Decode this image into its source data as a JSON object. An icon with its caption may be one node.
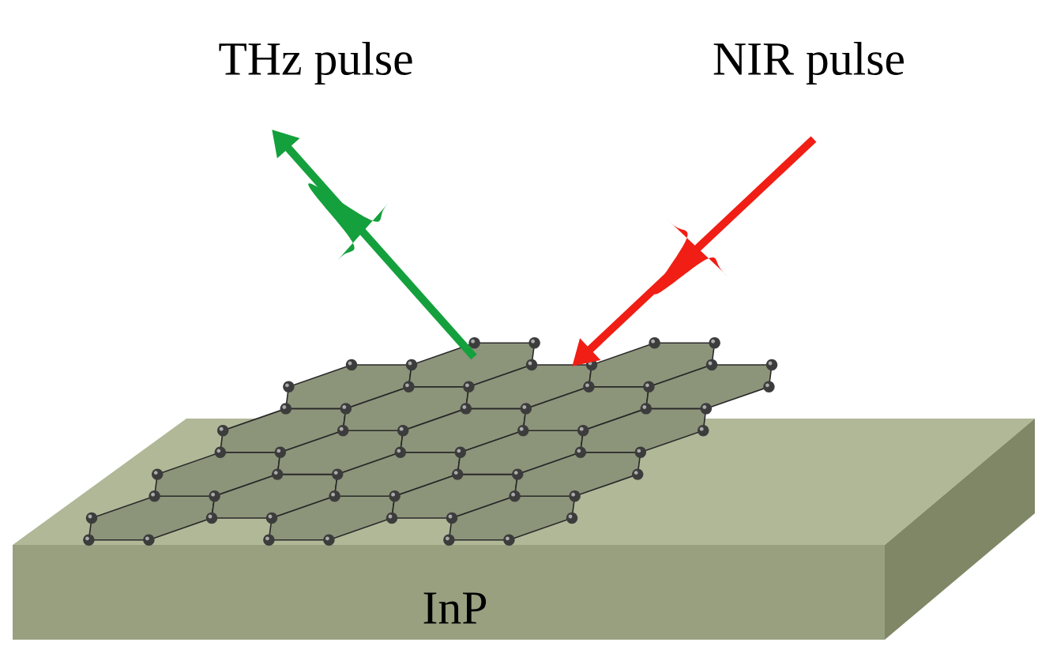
{
  "diagram": {
    "labels": [
      "THz pulse",
      "NIR pulse",
      "InP"
    ]
  }
}
